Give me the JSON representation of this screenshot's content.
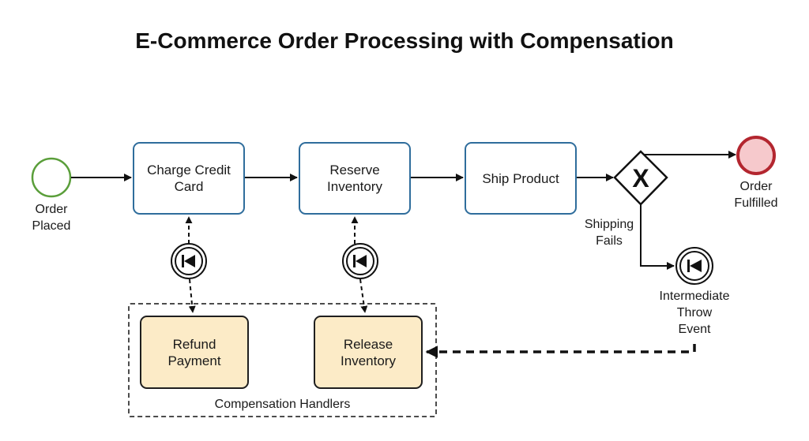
{
  "title": "E-Commerce Order Processing with Compensation",
  "events": {
    "start": "Order\nPlaced",
    "end": "Order\nFulfilled",
    "throw": "Intermediate\nThrow\nEvent"
  },
  "tasks": {
    "charge": "Charge Credit\nCard",
    "reserve": "Reserve\nInventory",
    "ship": "Ship Product"
  },
  "gateway": {
    "marker": "X",
    "fail_label": "Shipping\nFails"
  },
  "handlers": {
    "group_label": "Compensation Handlers",
    "refund": "Refund\nPayment",
    "release": "Release\nInventory"
  },
  "colors": {
    "start_event_stroke": "#5a9e3a",
    "end_event_stroke": "#b3262f",
    "end_event_fill": "#f6c9cc",
    "task_stroke": "#2f6d9c",
    "handler_fill": "#fcebc7"
  },
  "icons": {
    "compensation": "rewind-icon"
  }
}
